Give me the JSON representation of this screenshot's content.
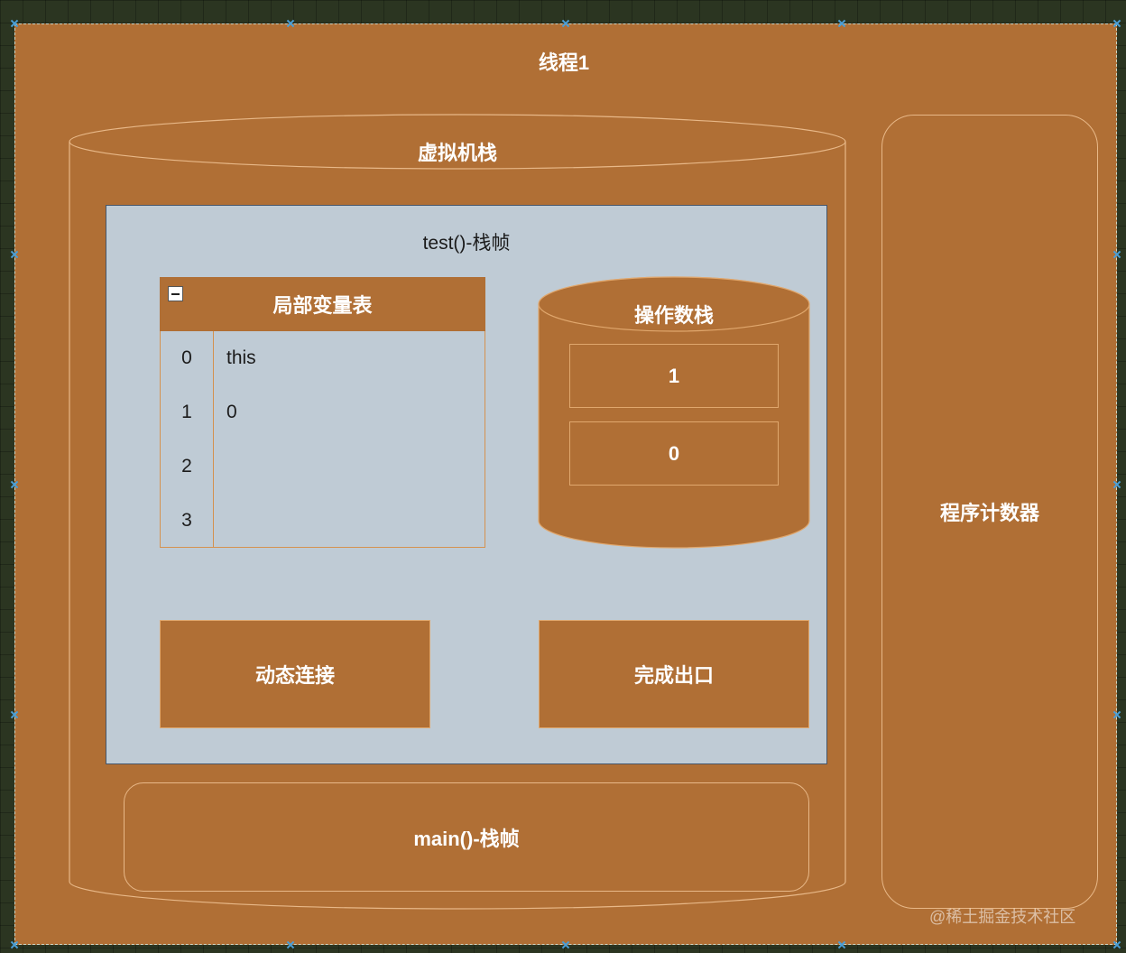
{
  "thread": {
    "title": "线程1"
  },
  "vm_stack": {
    "title": "虚拟机栈"
  },
  "frame": {
    "title": "test()-栈帧"
  },
  "local_vars": {
    "title": "局部变量表",
    "rows": [
      {
        "index": "0",
        "value": "this"
      },
      {
        "index": "1",
        "value": "0"
      },
      {
        "index": "2",
        "value": ""
      },
      {
        "index": "3",
        "value": ""
      }
    ]
  },
  "operand_stack": {
    "title": "操作数栈",
    "items": [
      "1",
      "0"
    ]
  },
  "dynamic_link": {
    "label": "动态连接"
  },
  "return_address": {
    "label": "完成出口"
  },
  "main_frame": {
    "label": "main()-栈帧"
  },
  "program_counter": {
    "label": "程序计数器"
  },
  "watermark": {
    "text": "@稀土掘金技术社区"
  },
  "colors": {
    "thread_fill": "#b06f35",
    "frame_fill": "#bfcbd5",
    "border_light": "#e8b888",
    "canvas": "#2b3521",
    "selection_handle": "#4a9fd8"
  }
}
